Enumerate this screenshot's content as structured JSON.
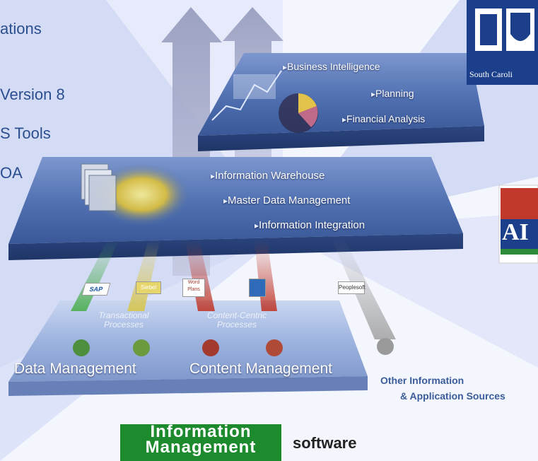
{
  "bullets": [
    "ations",
    "Version 8",
    "S Tools",
    "OA"
  ],
  "top_tier": {
    "items": [
      "Business Intelligence",
      "Planning",
      "Financial Analysis"
    ]
  },
  "middle_tier": {
    "items": [
      "Information Warehouse",
      "Master Data Management",
      "Information Integration"
    ]
  },
  "bottom_tier": {
    "groups": [
      "Data Management",
      "Content Management"
    ],
    "faint_labels": [
      "Transactional Processes",
      "Content-Centric Processes"
    ],
    "source_badges": [
      "SAP",
      "Siebel",
      "Word Plans",
      "",
      "Peoplesoft"
    ]
  },
  "other_sources": {
    "line1": "Other Information",
    "line2": "& Application Sources"
  },
  "logos": {
    "bcbs_text": "South Caroli",
    "aig_text": "AI"
  },
  "footer": {
    "badge_line1": "Information",
    "badge_line2": "Management",
    "suffix": "software"
  },
  "colors": {
    "bullet_text": "#2b4e8f",
    "badge_green": "#1e8a2e",
    "tier_blue": "#4f6fb0"
  }
}
